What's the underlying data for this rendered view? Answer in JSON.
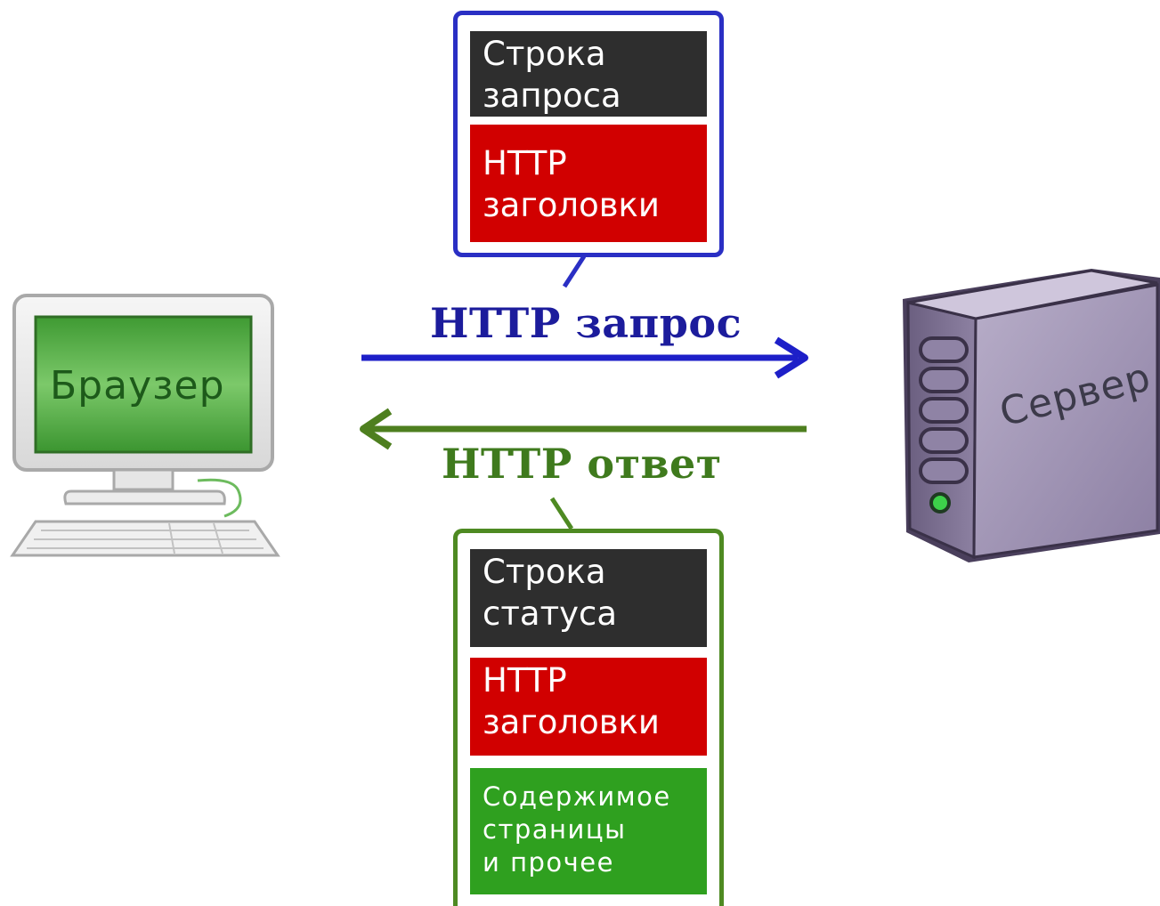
{
  "browser": {
    "label": "Браузер"
  },
  "server": {
    "label": "Сервер"
  },
  "request": {
    "label": "HTTP запрос",
    "blocks": {
      "line": "Строка\nзапроса",
      "headers": "HTTP\nзаголовки"
    }
  },
  "response": {
    "label": "HTTP ответ",
    "blocks": {
      "status": "Строка\nстатуса",
      "headers": "HTTP\nзаголовки",
      "body": "Содержимое\nстраницы\nи прочее"
    }
  },
  "colors": {
    "request": "#2a2fc4",
    "response": "#4e8a22",
    "dark_block": "#2e2e2e",
    "red_block": "#d10000",
    "green_block": "#2fa01f",
    "screen": "#4cae3a",
    "server": "#9f93b3"
  },
  "icons": [
    "computer-icon",
    "server-icon",
    "arrow-right-icon",
    "arrow-left-icon"
  ]
}
